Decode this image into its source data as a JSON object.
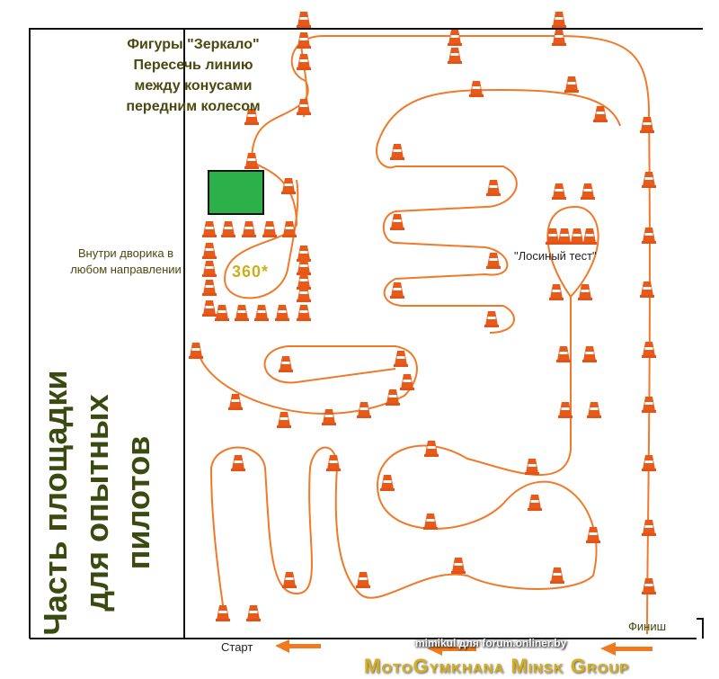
{
  "labels": {
    "mirror_figures": [
      "Фигуры \"Зеркало\"",
      "Пересечь линию",
      "между конусами",
      "передним колесом"
    ],
    "yard": [
      "Внутри дворика в",
      "любом направлении"
    ],
    "circle_360": "360*",
    "moose_test": "\"Лосиный тест\"",
    "start": "Старт",
    "finish": "Финиш",
    "side_area": [
      "Часть площадки",
      "для опытных",
      "пилотов"
    ]
  },
  "watermark": {
    "logo": "MotoGymkhana Minsk Group",
    "credit": "mimikul для forum.onliner.by"
  },
  "colors": {
    "track": "#f07a2a",
    "cone": "#e85a1a",
    "box": "#2bb04a",
    "text": "#4a4a10",
    "arrow": "#f07a20"
  }
}
